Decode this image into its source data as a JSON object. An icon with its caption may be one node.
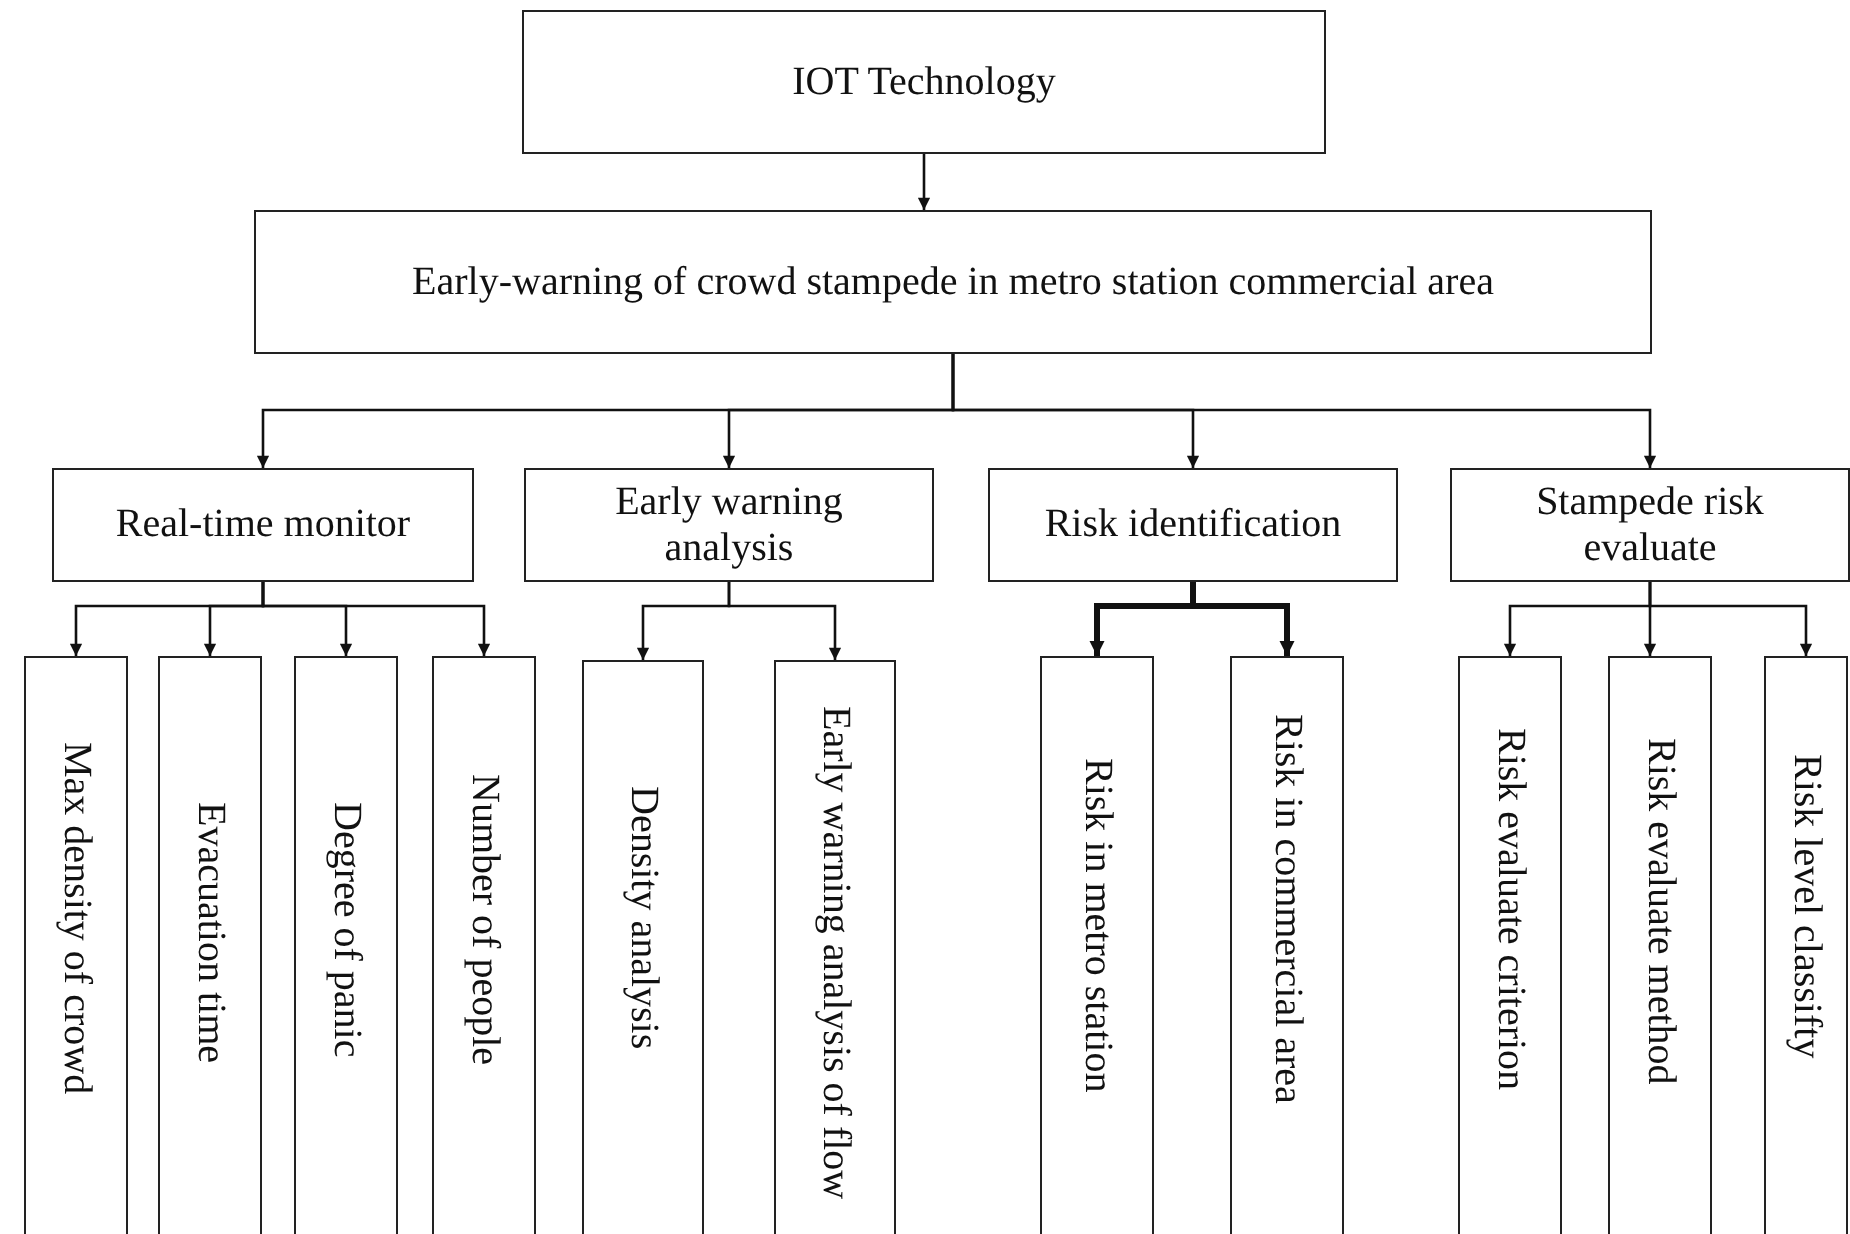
{
  "diagram": {
    "nodes": [
      {
        "text": [
          "IOT Technology"
        ]
      },
      {
        "text": [
          "Early-warning of crowd stampede in metro station commercial area"
        ]
      },
      {
        "text": [
          "Real-time monitor"
        ]
      },
      {
        "text": [
          "Early warning analysis"
        ]
      },
      {
        "text": [
          "Risk identification"
        ]
      },
      {
        "text": [
          "Stampede risk evaluate"
        ]
      },
      {
        "text": [
          "Max density of crowd"
        ]
      },
      {
        "text": [
          "Evacuation time"
        ]
      },
      {
        "text": [
          "Degree of panic"
        ]
      },
      {
        "text": [
          "Number of people"
        ]
      },
      {
        "text": [
          "Density analysis"
        ]
      },
      {
        "text": [
          "Early warning analysis of flow"
        ]
      },
      {
        "text": [
          "Risk in metro station"
        ]
      },
      {
        "text": [
          "Risk in commercial area"
        ]
      },
      {
        "text": [
          "Risk evaluate criterion"
        ]
      },
      {
        "text": [
          "Risk evaluate method"
        ]
      },
      {
        "text": [
          "Risk level classifty"
        ]
      }
    ],
    "edges": [
      {
        "from": 0,
        "to": 1,
        "arrow": "to"
      },
      {
        "from": 1,
        "to": 2,
        "arrow": "to"
      },
      {
        "from": 1,
        "to": 3,
        "arrow": "to"
      },
      {
        "from": 1,
        "to": 4,
        "arrow": "to"
      },
      {
        "from": 1,
        "to": 5,
        "arrow": "to"
      },
      {
        "from": 2,
        "to": 6,
        "arrow": "to"
      },
      {
        "from": 2,
        "to": 7,
        "arrow": "to"
      },
      {
        "from": 2,
        "to": 8,
        "arrow": "to"
      },
      {
        "from": 2,
        "to": 9,
        "arrow": "to"
      },
      {
        "from": 3,
        "to": 10,
        "arrow": "to"
      },
      {
        "from": 3,
        "to": 11,
        "arrow": "to"
      },
      {
        "from": 4,
        "to": 12,
        "arrow": "to",
        "style": "thick"
      },
      {
        "from": 4,
        "to": 13,
        "arrow": "to",
        "style": "thick"
      },
      {
        "from": 5,
        "to": 14,
        "arrow": "to"
      },
      {
        "from": 5,
        "to": 15,
        "arrow": "to"
      },
      {
        "from": 5,
        "to": 16,
        "arrow": "to"
      }
    ]
  }
}
